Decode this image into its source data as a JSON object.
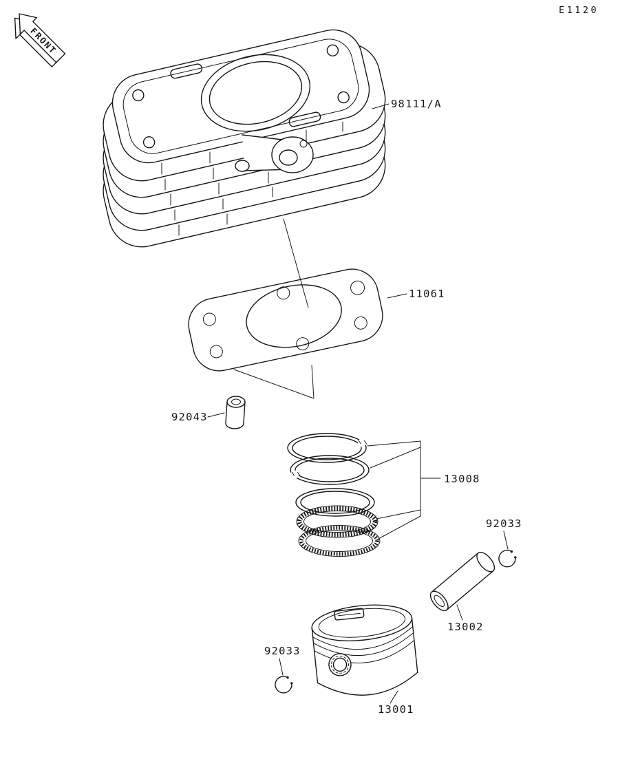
{
  "page": {
    "background_color": "#ffffff",
    "line_color": "#161616",
    "diagram_code": "E1120",
    "front_marker": "FRONT"
  },
  "parts": [
    {
      "key": "cylinder",
      "number": "98111/A"
    },
    {
      "key": "cylinder-gasket",
      "number": "11061"
    },
    {
      "key": "dowel-pin",
      "number": "92043"
    },
    {
      "key": "piston-ring-set",
      "number": "13008"
    },
    {
      "key": "circlip-right",
      "number": "92033"
    },
    {
      "key": "piston-pin",
      "number": "13002"
    },
    {
      "key": "circlip-left",
      "number": "92033"
    },
    {
      "key": "piston",
      "number": "13001"
    }
  ]
}
